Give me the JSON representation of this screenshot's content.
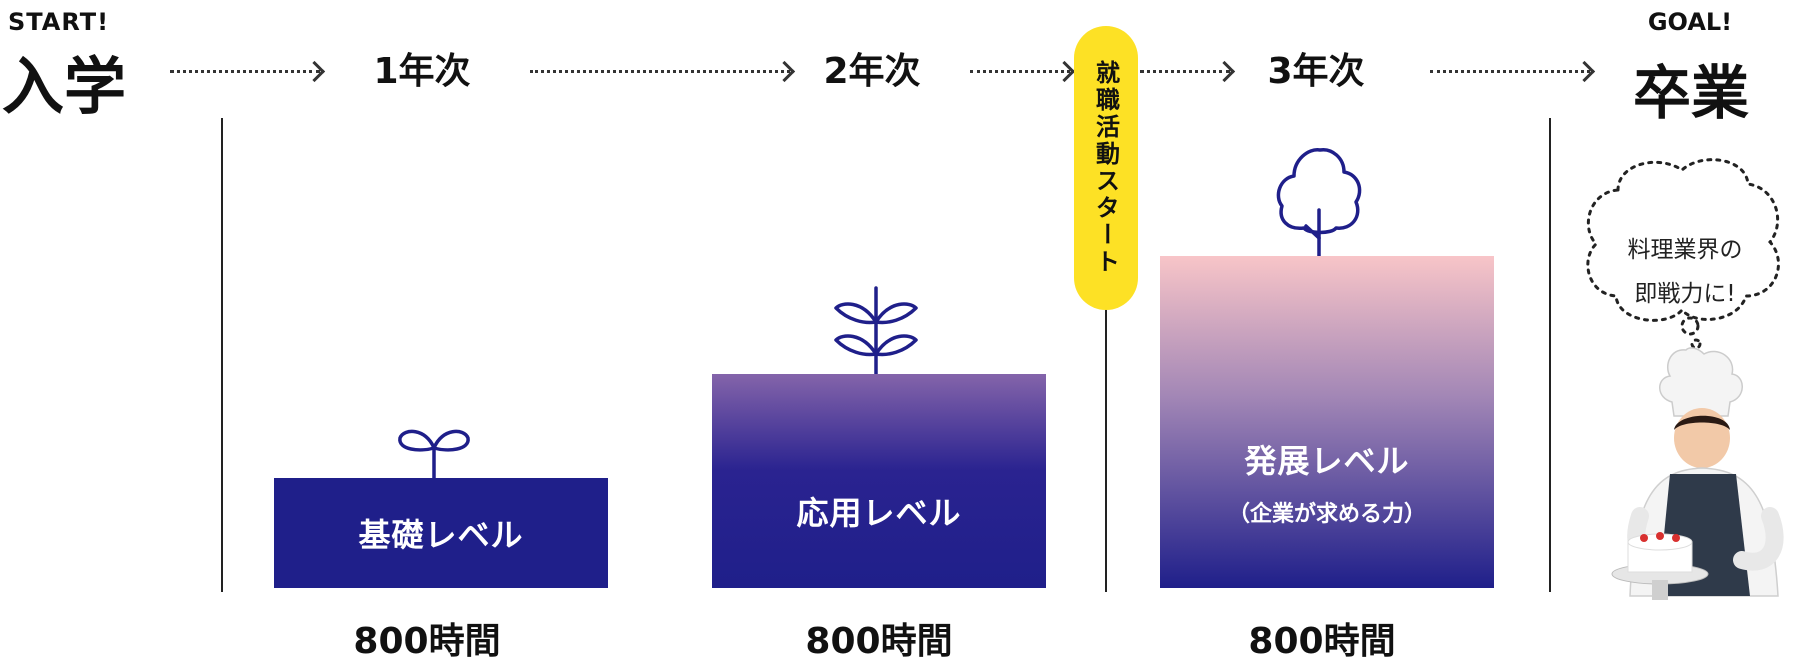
{
  "start": {
    "small": "START!",
    "big": "入学"
  },
  "goal": {
    "small": "GOAL!",
    "big": "卒業"
  },
  "years": [
    "1年次",
    "2年次",
    "3年次"
  ],
  "job_hunting_label": "就職活動スタート",
  "levels": [
    {
      "label": "基礎レベル",
      "sub": "",
      "hours": "800時間",
      "icon": "sprout-icon"
    },
    {
      "label": "応用レベル",
      "sub": "",
      "hours": "800時間",
      "icon": "leaf-plant-icon"
    },
    {
      "label": "発展レベル",
      "sub": "（企業が求める力）",
      "hours": "800時間",
      "icon": "tree-icon"
    }
  ],
  "speech_bubble": {
    "line1": "料理業界の",
    "line2": "即戦力に!"
  },
  "colors": {
    "navy": "#1f1f8a",
    "purple": "#8464aa",
    "pink": "#f8c5c8",
    "yellow": "#fde125"
  }
}
